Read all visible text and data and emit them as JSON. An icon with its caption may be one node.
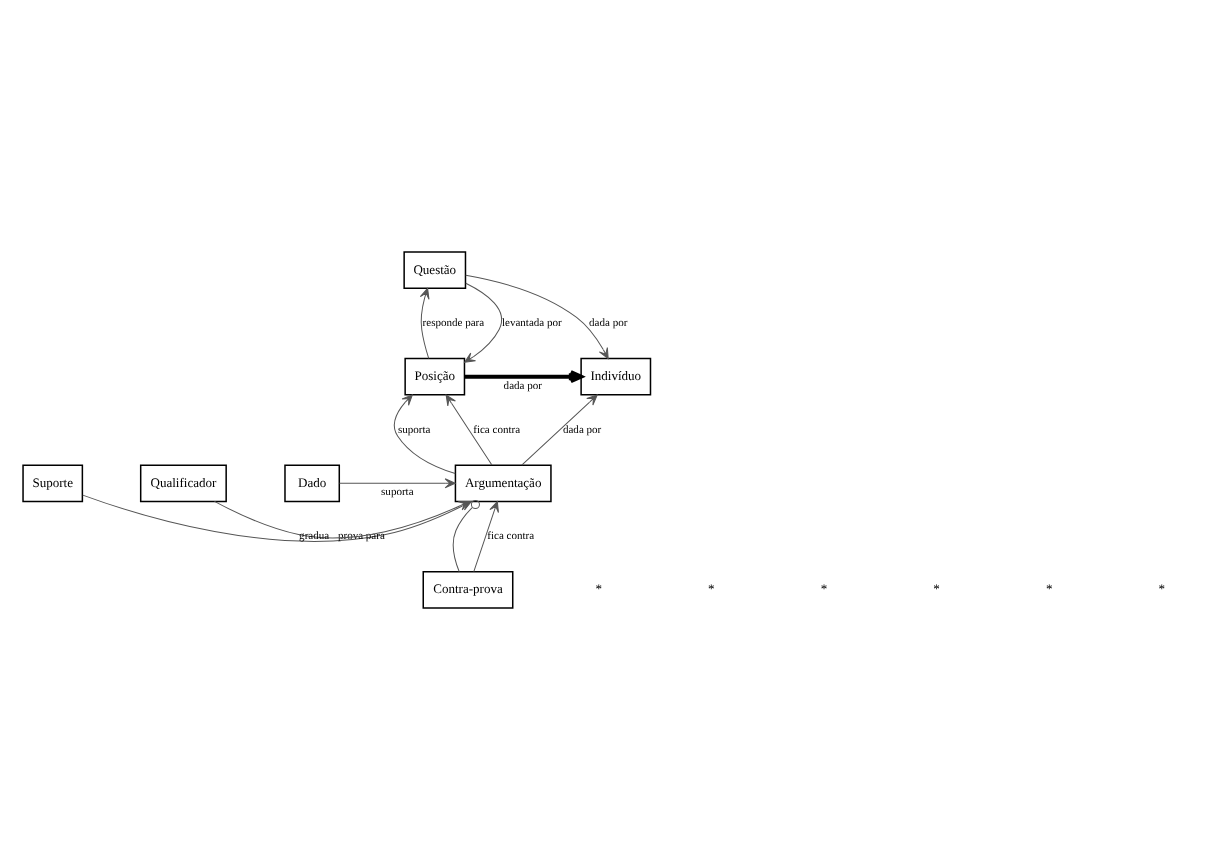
{
  "diagram": {
    "nodes": [
      {
        "text": [
          "Questão"
        ]
      },
      {
        "text": [
          "Posição"
        ]
      },
      {
        "text": [
          "Indivíduo"
        ]
      },
      {
        "text": [
          "Suporte"
        ]
      },
      {
        "text": [
          "Argumentação"
        ]
      },
      {
        "text": [
          "Qualificador"
        ]
      },
      {
        "text": [
          "Dado"
        ]
      },
      {
        "text": [
          "Contra-prova"
        ]
      }
    ],
    "edges": [
      {
        "from": 0,
        "to": 1,
        "arrow": "to",
        "label": "levantada por"
      },
      {
        "from": 0,
        "to": 2,
        "arrow": "to",
        "label": "dada por"
      },
      {
        "from": 1,
        "to": 0,
        "arrow": "to",
        "label": "responde para"
      },
      {
        "from": 1,
        "to": 2,
        "arrow": "to",
        "label": "dada por",
        "style": "thick"
      },
      {
        "from": 4,
        "to": 1,
        "arrow": "to",
        "label": "suporta"
      },
      {
        "from": 4,
        "to": 1,
        "arrow": "to",
        "label": "fica contra"
      },
      {
        "from": 4,
        "to": 2,
        "arrow": "to",
        "label": "dada por"
      },
      {
        "from": 3,
        "to": 4,
        "arrow": "to",
        "label": "prova para"
      },
      {
        "from": 6,
        "to": 4,
        "arrow": "to",
        "label": "suporta"
      },
      {
        "from": 5,
        "to": 4,
        "arrow": "to",
        "label": "gradua"
      },
      {
        "from": 7,
        "to": 4,
        "arrow": "other"
      },
      {
        "from": 7,
        "to": 4,
        "arrow": "to",
        "label": "fica contra"
      }
    ],
    "labels": [
      "*",
      "*",
      "*",
      "*",
      "*",
      "*"
    ]
  }
}
